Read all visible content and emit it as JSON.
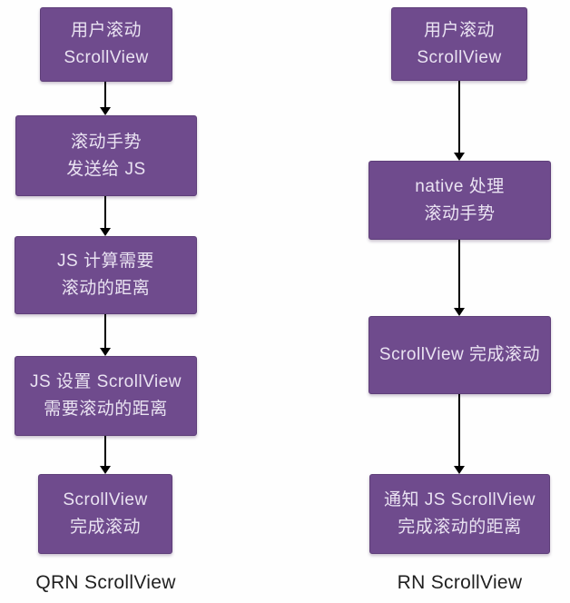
{
  "diagram": {
    "title_implicit": "ScrollView scrolling flow comparison",
    "colors": {
      "box_fill": "#6F4B8D",
      "box_border": "#5E3E79",
      "box_text": "#EAE3F2",
      "arrow": "#000000",
      "label_text": "#1F1F1F",
      "background": "#FEFEFE"
    },
    "columns": [
      {
        "label": "QRN ScrollView",
        "boxes": [
          {
            "lines": [
              "用户滚动",
              "ScrollView"
            ]
          },
          {
            "lines": [
              "滚动手势",
              "发送给 JS"
            ]
          },
          {
            "lines": [
              "JS 计算需要",
              "滚动的距离"
            ]
          },
          {
            "lines": [
              "JS 设置 ScrollView",
              "需要滚动的距离"
            ]
          },
          {
            "lines": [
              "ScrollView",
              "完成滚动"
            ]
          }
        ]
      },
      {
        "label": "RN ScrollView",
        "boxes": [
          {
            "lines": [
              "用户滚动",
              "ScrollView"
            ]
          },
          {
            "lines": [
              "native 处理",
              "滚动手势"
            ]
          },
          {
            "lines": [
              "ScrollView 完成滚动"
            ]
          },
          {
            "lines": [
              "通知 JS ScrollView",
              "完成滚动的距离"
            ]
          }
        ]
      }
    ]
  }
}
